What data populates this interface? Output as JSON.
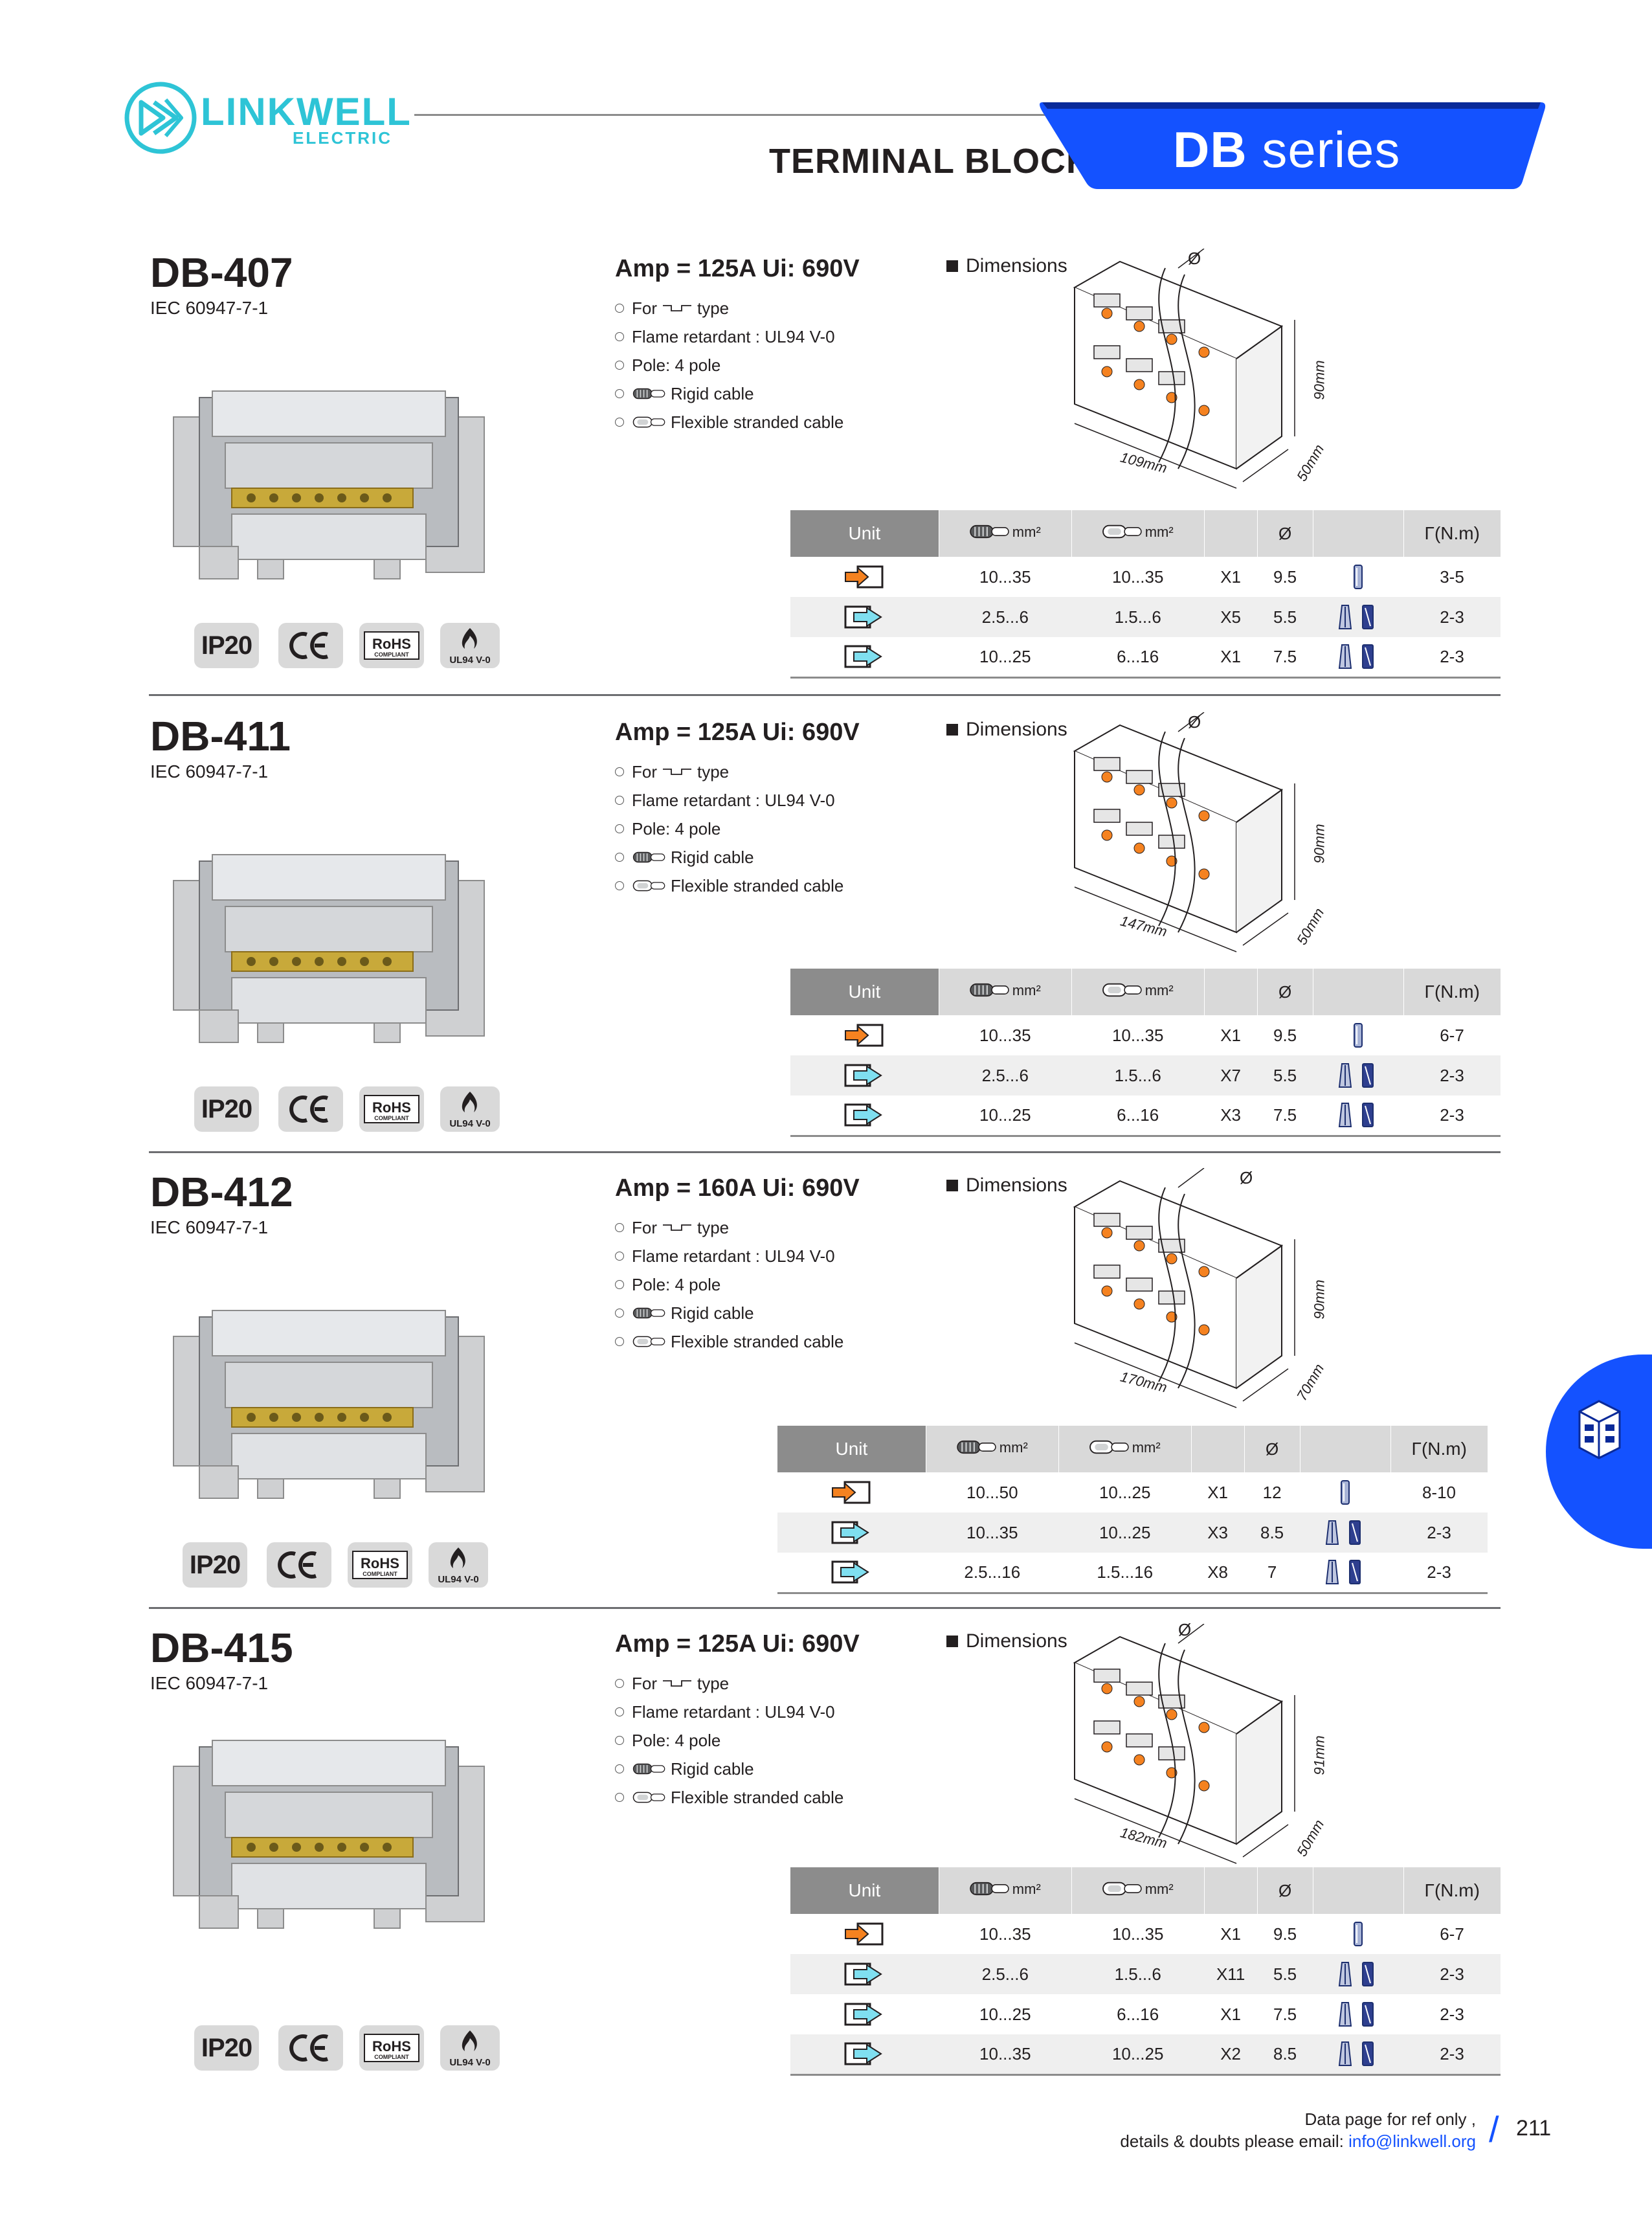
{
  "header": {
    "brand": "LINKWELL",
    "brand_sub": "ELECTRIC",
    "title": "TERMINAL BLOCK",
    "series_bold": "DB",
    "series_rest": " series",
    "accent_color": "#1452ff",
    "logo_color": "#2ec4d6"
  },
  "spec_labels": {
    "for_prefix": "For",
    "for_suffix": "type",
    "flame": "Flame retardant : UL94 V-0",
    "pole": "Pole: 4 pole",
    "rigid": "Rigid cable",
    "flexible": "Flexible stranded cable",
    "dimensions": "Dimensions"
  },
  "table_headers": {
    "unit": "Unit",
    "rigid_mm": "mm²",
    "flex_mm": "mm²",
    "diameter": "Ø",
    "torque": "Γ(N.m)"
  },
  "badges": {
    "ip": "IP20",
    "ce": "CE",
    "rohs": "RoHS",
    "rohs_sub": "COMPLIANT",
    "ul": "UL94 V-0"
  },
  "products": [
    {
      "model": "DB-407",
      "standard": "IEC 60947-7-1",
      "amp": "Amp = 125A  Ui: 690V",
      "dims": {
        "w": "109mm",
        "h": "90mm",
        "d": "50mm",
        "dia": "Ø"
      },
      "rows": [
        {
          "rigid": "10...35",
          "flex": "10...35",
          "qty": "X1",
          "dia": "9.5",
          "torque": "3-5"
        },
        {
          "rigid": "2.5...6",
          "flex": "1.5...6",
          "qty": "X5",
          "dia": "5.5",
          "torque": "2-3"
        },
        {
          "rigid": "10...25",
          "flex": "6...16",
          "qty": "X1",
          "dia": "7.5",
          "torque": "2-3"
        }
      ]
    },
    {
      "model": "DB-411",
      "standard": "IEC 60947-7-1",
      "amp": "Amp = 125A  Ui: 690V",
      "dims": {
        "w": "147mm",
        "h": "90mm",
        "d": "50mm",
        "dia": "Ø"
      },
      "rows": [
        {
          "rigid": "10...35",
          "flex": "10...35",
          "qty": "X1",
          "dia": "9.5",
          "torque": "6-7"
        },
        {
          "rigid": "2.5...6",
          "flex": "1.5...6",
          "qty": "X7",
          "dia": "5.5",
          "torque": "2-3"
        },
        {
          "rigid": "10...25",
          "flex": "6...16",
          "qty": "X3",
          "dia": "7.5",
          "torque": "2-3"
        }
      ]
    },
    {
      "model": "DB-412",
      "standard": "IEC 60947-7-1",
      "amp": "Amp = 160A  Ui: 690V",
      "dims": {
        "w": "170mm",
        "h": "90mm",
        "d": "70mm",
        "dia": "Ø"
      },
      "rows": [
        {
          "rigid": "10...50",
          "flex": "10...25",
          "qty": "X1",
          "dia": "12",
          "torque": "8-10"
        },
        {
          "rigid": "10...35",
          "flex": "10...25",
          "qty": "X3",
          "dia": "8.5",
          "torque": "2-3"
        },
        {
          "rigid": "2.5...16",
          "flex": "1.5...16",
          "qty": "X8",
          "dia": "7",
          "torque": "2-3"
        }
      ]
    },
    {
      "model": "DB-415",
      "standard": "IEC 60947-7-1",
      "amp": "Amp = 125A  Ui: 690V",
      "dims": {
        "w": "182mm",
        "h": "91mm",
        "d": "50mm",
        "dia": "Ø"
      },
      "rows": [
        {
          "rigid": "10...35",
          "flex": "10...35",
          "qty": "X1",
          "dia": "9.5",
          "torque": "6-7"
        },
        {
          "rigid": "2.5...6",
          "flex": "1.5...6",
          "qty": "X11",
          "dia": "5.5",
          "torque": "2-3"
        },
        {
          "rigid": "10...25",
          "flex": "6...16",
          "qty": "X1",
          "dia": "7.5",
          "torque": "2-3"
        },
        {
          "rigid": "10...35",
          "flex": "10...25",
          "qty": "X2",
          "dia": "8.5",
          "torque": "2-3"
        }
      ]
    }
  ],
  "footer": {
    "line1": "Data page for ref only ,",
    "line2_prefix": "details & doubts please email: ",
    "email": "info@linkwell.org",
    "slash": "/",
    "page": "211"
  }
}
